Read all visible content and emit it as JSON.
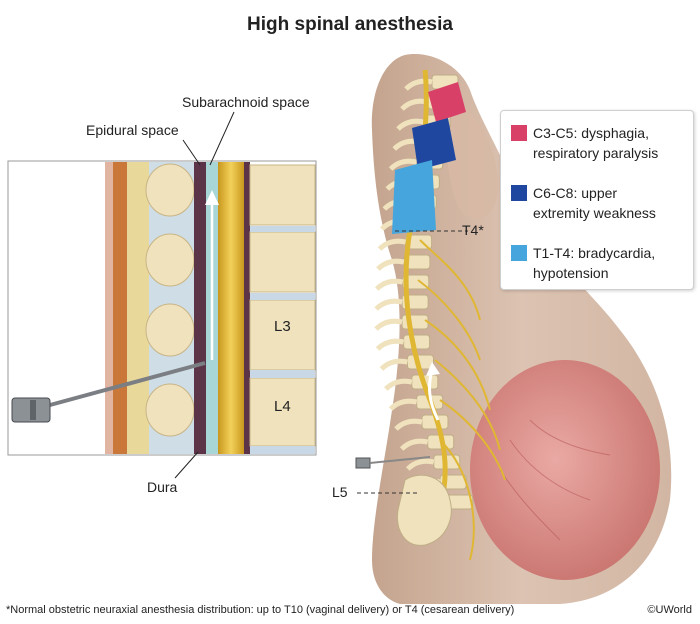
{
  "title": "High spinal anesthesia",
  "labels": {
    "subarachnoid": "Subarachnoid space",
    "epidural": "Epidural space",
    "dura": "Dura",
    "l3": "L3",
    "l4": "L4",
    "t4": "T4*",
    "l5": "L5"
  },
  "legend": [
    {
      "range": "C3-C5:",
      "effect_line1": "dysphagia,",
      "effect_line2": "respiratory paralysis",
      "color": "#d94068"
    },
    {
      "range": "C6-C8:",
      "effect_line1": "upper",
      "effect_line2": "extremity weakness",
      "color": "#1f47a0"
    },
    {
      "range": "T1-T4:",
      "effect_line1": "bradycardia,",
      "effect_line2": "hypotension",
      "color": "#45a5dc"
    }
  ],
  "footnote": "*Normal obstetric neuraxial anesthesia distribution: up to T10 (vaginal delivery) or T4 (cesarean delivery)",
  "copyright": "©UWorld",
  "colors": {
    "bone": "#efe2bd",
    "disc": "#c8d8e6",
    "nerve": "#e0b733",
    "dura": "#7a4a5a",
    "skin": "#d7bba8",
    "uterus": "#d98c8c"
  }
}
